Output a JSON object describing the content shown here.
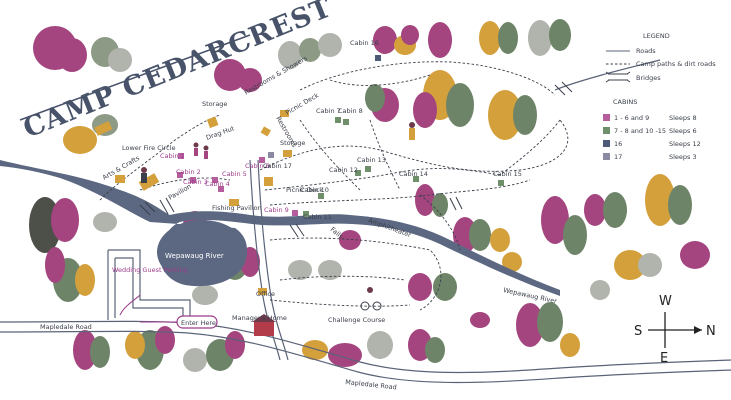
{
  "title": "CAMP CEDARCREST",
  "legend": {
    "heading": "LEGEND",
    "roads": "Roads",
    "paths": "Camp paths & dirt roads",
    "bridges": "Bridges",
    "cabins_heading": "CABINS",
    "rows": [
      {
        "range": "1 - 6 and 9",
        "sleeps": "Sleeps 8",
        "color": "#b65d9e"
      },
      {
        "range": "7 - 8 and 10 -15",
        "sleeps": "Sleeps 6",
        "color": "#6f8f6b"
      },
      {
        "range": "16",
        "sleeps": "Sleeps 12",
        "color": "#4e5b78"
      },
      {
        "range": "17",
        "sleeps": "Sleeps 3",
        "color": "#8a8aa3"
      }
    ]
  },
  "compass": {
    "north": "N",
    "south": "S",
    "east": "E",
    "west": "W"
  },
  "places": {
    "storage1": "Storage",
    "restrooms": "Restrooms & Showers",
    "picnic_deck": "Picnic Deck",
    "restrooms2": "Restrooms",
    "lower_fire_circle": "Lower Fire Circle",
    "drag_hut": "Drag Hut",
    "storage2": "Storage",
    "arts_crafts": "Arts & Crafts",
    "pavilion": "Pavilion",
    "fishing_pavilion": "Fishing Pavilion",
    "picnic_deck2": "Picnic Deck",
    "amphitheater": "Amphitheater",
    "falls": "Falls",
    "wepawaug_river": "Wepawaug River",
    "wepawaug_river2": "Wepawaug River",
    "wedding_parking": "Wedding Guest Parking",
    "enter_here": "Enter Here",
    "office": "Office",
    "managers_home": "Manager's Home",
    "challenge_course": "Challenge Course",
    "mapledale_road1": "Mapledale Road",
    "mapledale_road2": "Mapledale Road"
  },
  "cabins": [
    "Cabin 1",
    "Cabin 2",
    "Cabin 3",
    "Cabin 4",
    "Cabin 5",
    "Cabin 6",
    "Cabin 7",
    "Cabin 8",
    "Cabin 9",
    "Cabin 10",
    "Cabin 11",
    "Cabin 12",
    "Cabin 13",
    "Cabin 14",
    "Cabin 15",
    "Cabin 16",
    "Cabin 17"
  ],
  "colors": {
    "river": "#5c6882",
    "road": "#5a6378",
    "magenta": "#a4457f",
    "olive": "#6e8468",
    "mustard": "#d4a03c",
    "slate": "#4e5b78"
  }
}
